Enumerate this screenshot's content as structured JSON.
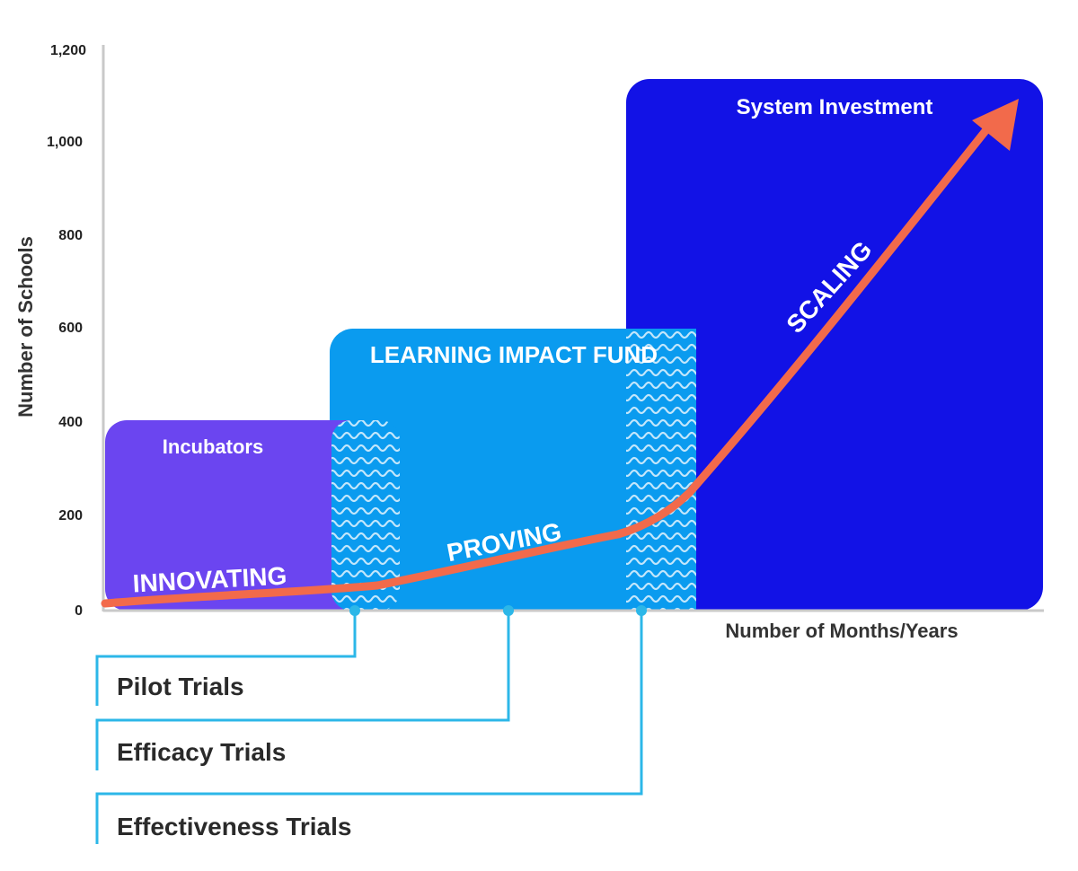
{
  "colors": {
    "incubators": "#6B45F0",
    "fund": "#0A9BEF",
    "system": "#1212E6",
    "arrow": "#F26A4B",
    "bracket": "#2CB7E8",
    "axis": "#c9c9c9"
  },
  "y_axis": {
    "title": "Number of Schools",
    "ticks": [
      "0",
      "200",
      "400",
      "600",
      "800",
      "1,000",
      "1,200"
    ]
  },
  "x_axis": {
    "title": "Number of Months/Years"
  },
  "phases": {
    "incubators": "Incubators",
    "fund": "LEARNING IMPACT FUND",
    "system": "System Investment"
  },
  "stages": {
    "innovating": "INNOVATING",
    "proving": "PROVING",
    "scaling": "SCALING"
  },
  "trials": {
    "pilot": "Pilot Trials",
    "efficacy": "Efficacy Trials",
    "effectiveness": "Effectiveness Trials"
  }
}
